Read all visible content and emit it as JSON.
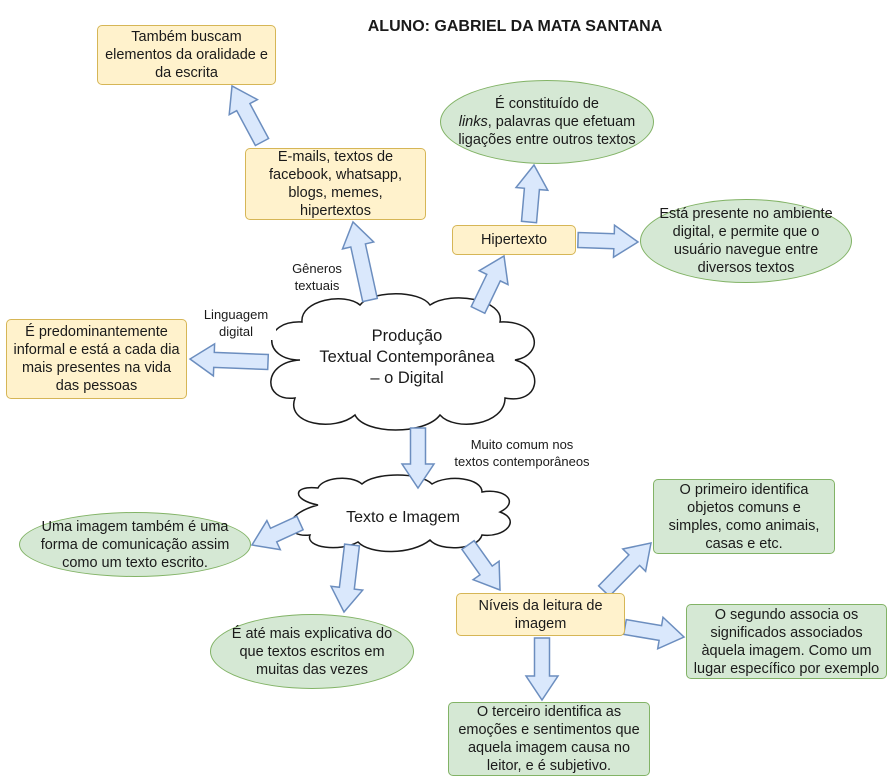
{
  "title": "ALUNO: GABRIEL DA MATA SANTANA",
  "colors": {
    "yellow_fill": "#fff2cc",
    "yellow_stroke": "#d6b656",
    "green_fill": "#d5e8d4",
    "green_stroke": "#82b366",
    "arrow_fill": "#dae8fc",
    "arrow_stroke": "#6c8ebf"
  },
  "center": {
    "text": "Produção\nTextual Contemporânea\n– o Digital"
  },
  "texto_imagem": {
    "text": "Texto e Imagem"
  },
  "labels": {
    "generos": "Gêneros\ntextuais",
    "linguagem": "Linguagem\ndigital",
    "muito_comum": "Muito comum nos\ntextos contemporâneos"
  },
  "nodes": {
    "tambem_buscam": "Também buscam elementos da oralidade e da escrita",
    "emails": "E-mails, textos de facebook, whatsapp, blogs, memes, hipertextos",
    "hipertexto": "Hipertexto",
    "links_prefix": "É constituído de",
    "links_italic": "links",
    "links_suffix": ", palavras que efetuam ligações entre outros textos",
    "ambiente_digital": "Está presente no ambiente digital, e permite que o usuário  navegue entre diversos textos",
    "predominantemente": "É predominantemente informal e está a cada dia mais presentes na vida das pessoas",
    "imagem_comunicacao": "Uma imagem também é uma forma de comunicação assim como um texto escrito.",
    "mais_explicativa": "É até mais explicativa do que textos escritos em muitas das vezes",
    "niveis": "Níveis da leitura de imagem",
    "primeiro": "O primeiro identifica objetos comuns e simples, como animais, casas e etc.",
    "segundo": "O segundo associa os significados associados àquela imagem. Como um lugar específico por exemplo",
    "terceiro": "O terceiro identifica as emoções e sentimentos que aquela imagem causa no leitor, e é subjetivo."
  }
}
